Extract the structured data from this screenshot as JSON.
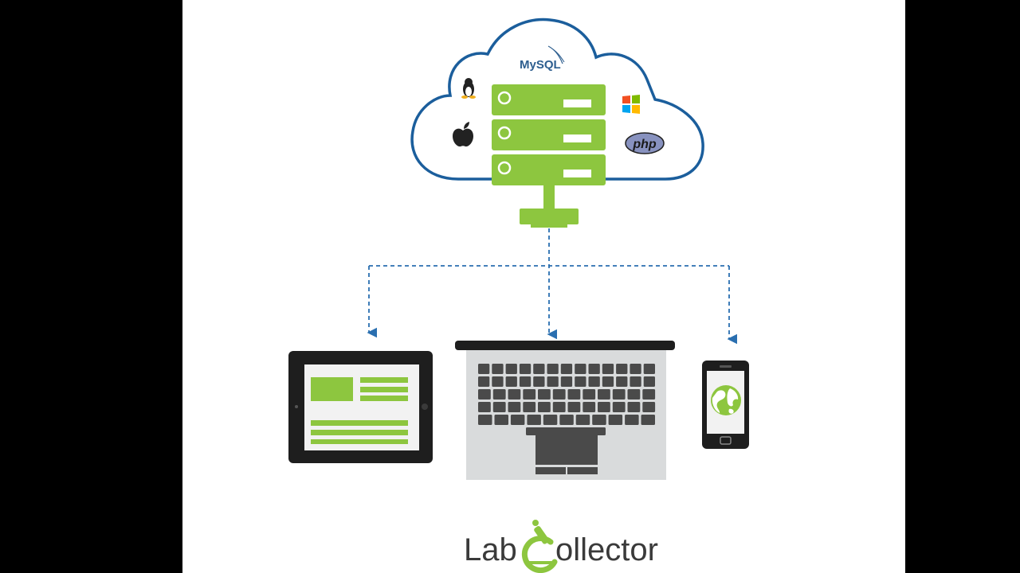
{
  "logos": {
    "mysql": "MySQL",
    "php": "php"
  },
  "brand": {
    "name_part1": "Lab",
    "name_part2": "ollector"
  },
  "colors": {
    "green": "#8dc63f",
    "green_dark": "#76b02c",
    "cloud_stroke": "#1b5e9c",
    "arrow": "#2a6fb0",
    "device_dark": "#1e1e1e",
    "laptop_body": "#d9dbdc",
    "key": "#4a4a4a",
    "brand_text": "#3a3a3a",
    "black": "#000000",
    "white": "#ffffff"
  },
  "icons": {
    "linux": "linux-tux-icon",
    "apple": "apple-icon",
    "windows": "windows-icon",
    "globe": "globe-icon"
  }
}
